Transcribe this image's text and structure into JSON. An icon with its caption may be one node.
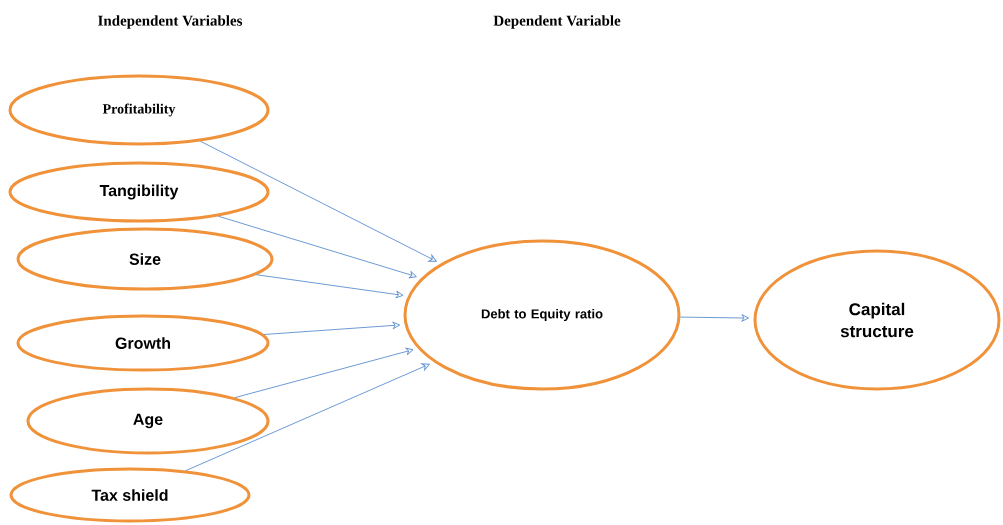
{
  "diagram": {
    "nodes": [
      {
        "text": [
          "Profitability"
        ]
      },
      {
        "text": [
          "Tangibility"
        ]
      },
      {
        "text": [
          "Size"
        ]
      },
      {
        "text": [
          "Growth"
        ]
      },
      {
        "text": [
          "Age"
        ]
      },
      {
        "text": [
          "Tax shield"
        ]
      },
      {
        "text": [
          "Debt to Equity ratio"
        ]
      },
      {
        "text": [
          "Capital structure"
        ]
      }
    ],
    "edges": [
      {
        "from": 0,
        "to": 6,
        "arrow": "to"
      },
      {
        "from": 1,
        "to": 6,
        "arrow": "to"
      },
      {
        "from": 2,
        "to": 6,
        "arrow": "to"
      },
      {
        "from": 3,
        "to": 6,
        "arrow": "to"
      },
      {
        "from": 4,
        "to": 6,
        "arrow": "to"
      },
      {
        "from": 5,
        "to": 6,
        "arrow": "to"
      },
      {
        "from": 6,
        "to": 7,
        "arrow": "to"
      }
    ],
    "labels": [
      "Independent Variables",
      "Dependent Variable"
    ]
  }
}
